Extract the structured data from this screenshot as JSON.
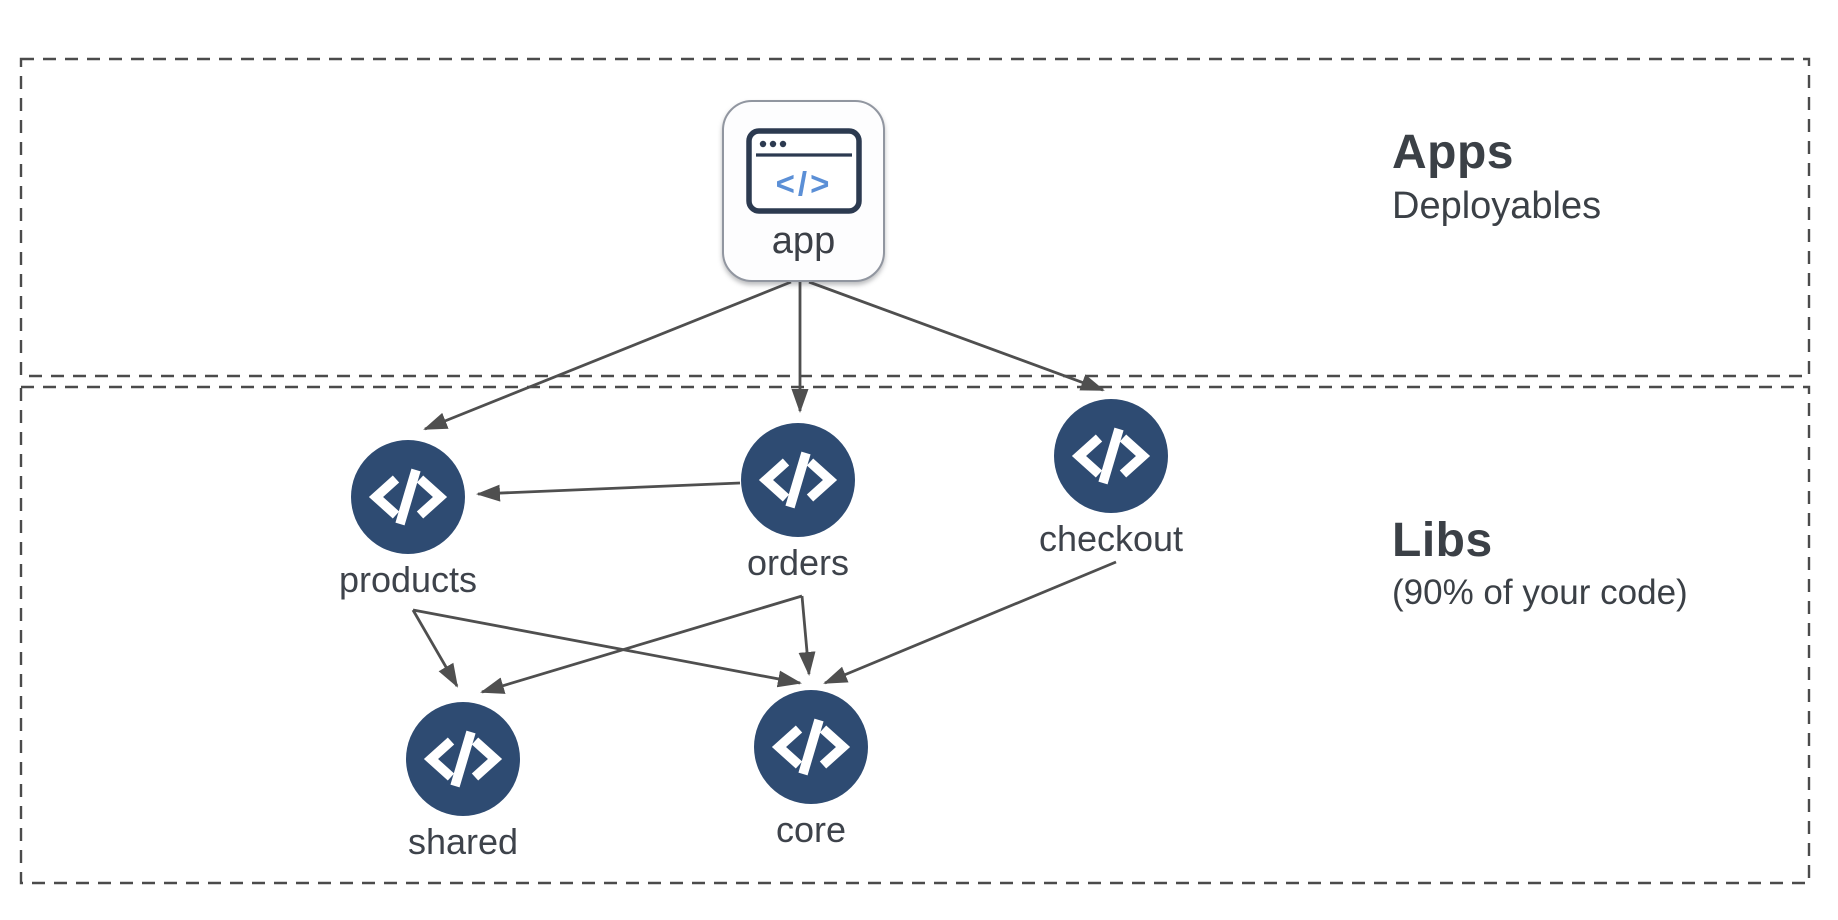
{
  "sections": {
    "apps": {
      "title": "Apps",
      "subtitle": "Deployables"
    },
    "libs": {
      "title": "Libs",
      "subtitle": "(90% of your code)"
    }
  },
  "nodes": {
    "app": {
      "label": "app",
      "icon": "browser-code-icon"
    },
    "products": {
      "label": "products",
      "icon": "code-icon"
    },
    "orders": {
      "label": "orders",
      "icon": "code-icon"
    },
    "checkout": {
      "label": "checkout",
      "icon": "code-icon"
    },
    "shared": {
      "label": "shared",
      "icon": "code-icon"
    },
    "core": {
      "label": "core",
      "icon": "code-icon"
    }
  },
  "edges": [
    {
      "from": "app",
      "to": "products"
    },
    {
      "from": "app",
      "to": "orders"
    },
    {
      "from": "app",
      "to": "checkout"
    },
    {
      "from": "orders",
      "to": "products"
    },
    {
      "from": "products",
      "to": "shared"
    },
    {
      "from": "products",
      "to": "core"
    },
    {
      "from": "orders",
      "to": "shared"
    },
    {
      "from": "orders",
      "to": "core"
    },
    {
      "from": "checkout",
      "to": "core"
    }
  ],
  "colors": {
    "node_fill": "#2e4b72",
    "node_glyph": "#ffffff",
    "edge": "#4f4f4f",
    "section_border": "#4b4b4b",
    "text": "#3b4046",
    "icon_frame": "#2c3a50",
    "icon_code_blue": "#5b8fd6",
    "card_border": "#9196a0"
  }
}
